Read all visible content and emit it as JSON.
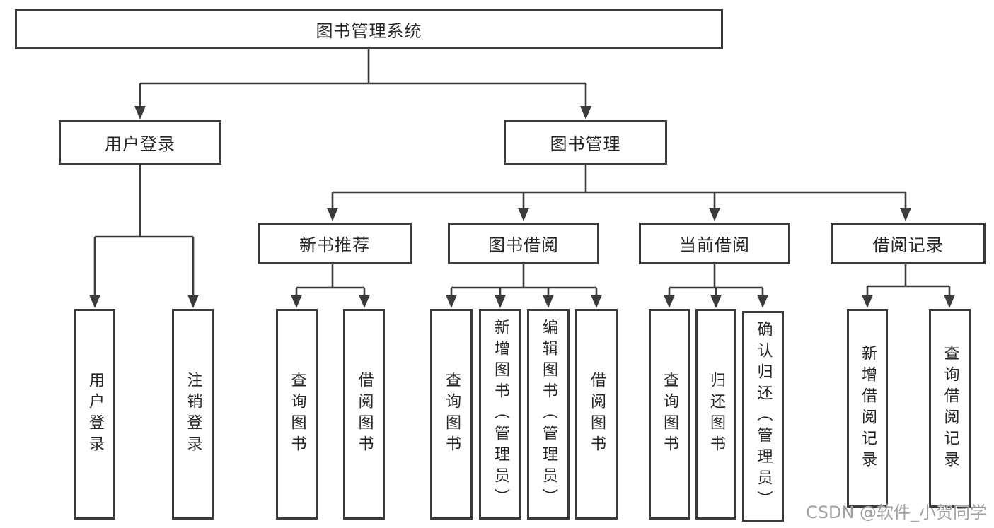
{
  "diagram": {
    "root": "图书管理系统",
    "level2": [
      {
        "label": "用户登录",
        "children": [
          "用户登录",
          "注销登录"
        ]
      },
      {
        "label": "图书管理",
        "modules": [
          {
            "label": "新书推荐",
            "children": [
              "查询图书",
              "借阅图书"
            ]
          },
          {
            "label": "图书借阅",
            "children": [
              "查询图书",
              "新增图书（管理员）",
              "编辑图书（管理员）",
              "借阅图书"
            ]
          },
          {
            "label": "当前借阅",
            "children": [
              "查询图书",
              "归还图书",
              "确认归还（管理员）"
            ]
          },
          {
            "label": "借阅记录",
            "children": [
              "新增借阅记录",
              "查询借阅记录"
            ]
          }
        ]
      }
    ]
  },
  "watermark": "CSDN @软件_小贺同学",
  "colors": {
    "line": "#3b3b3b",
    "text": "#262626",
    "watermark": "#a0a0a0",
    "background": "#ffffff"
  }
}
